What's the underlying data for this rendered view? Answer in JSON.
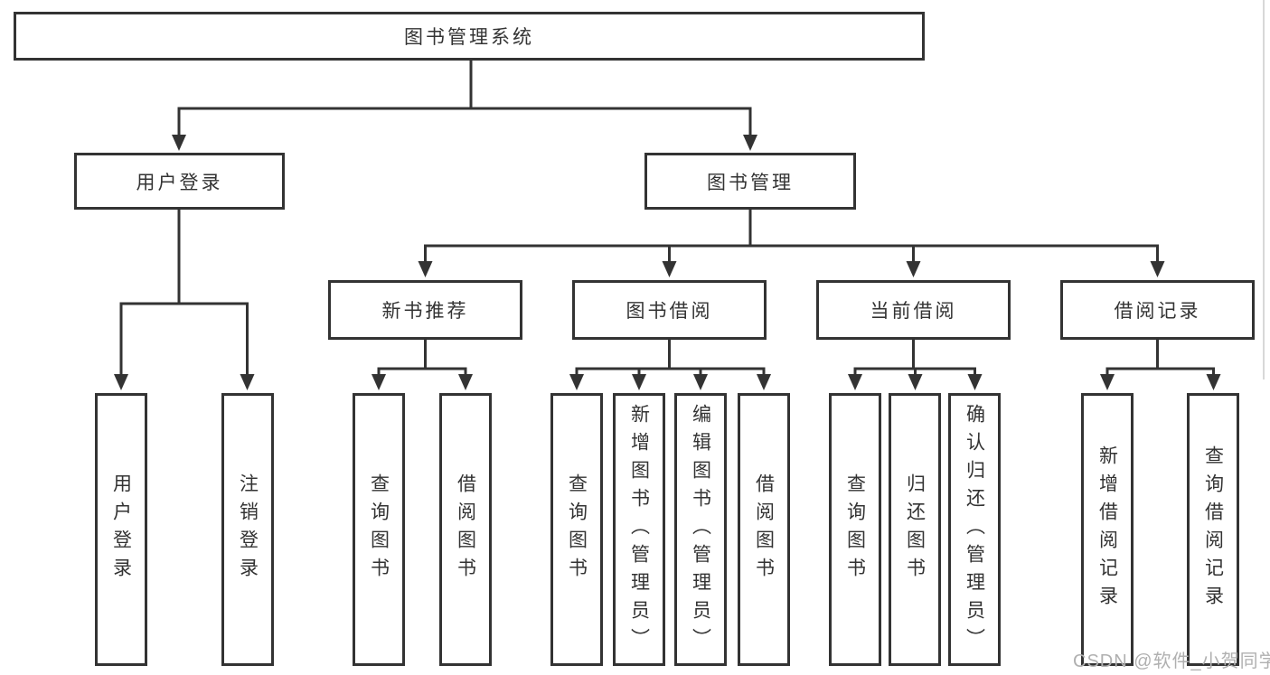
{
  "diagram": {
    "root": {
      "label": "图书管理系统",
      "children": [
        {
          "label": "用户登录",
          "children": [
            {
              "label": "用户登录"
            },
            {
              "label": "注销登录"
            }
          ]
        },
        {
          "label": "图书管理",
          "children": [
            {
              "label": "新书推荐",
              "children": [
                {
                  "label": "查询图书"
                },
                {
                  "label": "借阅图书"
                }
              ]
            },
            {
              "label": "图书借阅",
              "children": [
                {
                  "label": "查询图书"
                },
                {
                  "label": "新增图书（管理员）"
                },
                {
                  "label": "编辑图书（管理员）"
                },
                {
                  "label": "借阅图书"
                }
              ]
            },
            {
              "label": "当前借阅",
              "children": [
                {
                  "label": "查询图书"
                },
                {
                  "label": "归还图书"
                },
                {
                  "label": "确认归还（管理员）"
                }
              ]
            },
            {
              "label": "借阅记录",
              "children": [
                {
                  "label": "新增借阅记录"
                },
                {
                  "label": "查询借阅记录"
                }
              ]
            }
          ]
        }
      ]
    }
  },
  "watermark": {
    "text": "CSDN @软件_小贺同学"
  },
  "colors": {
    "line": "#333333",
    "text": "#333333",
    "background": "#ffffff",
    "watermark": "#b0b0b0"
  }
}
